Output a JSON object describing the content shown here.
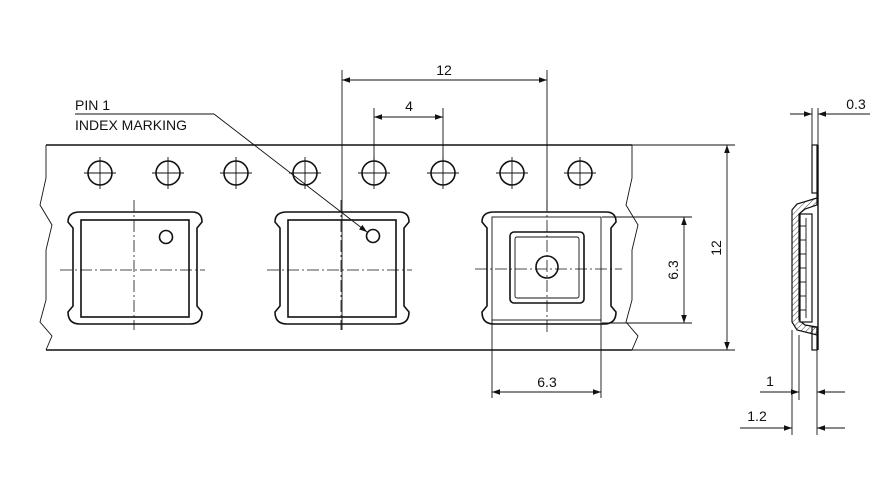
{
  "labels": {
    "pin1": "PIN 1",
    "index_marking": "INDEX MARKING"
  },
  "dimensions": {
    "pitch": "12",
    "hole_pitch": "4",
    "pocket_height": "6.3",
    "pocket_width": "6.3",
    "tape_width": "12",
    "tape_thickness": "0.3",
    "pocket_depth": "1",
    "carrier_depth": "1.2"
  }
}
